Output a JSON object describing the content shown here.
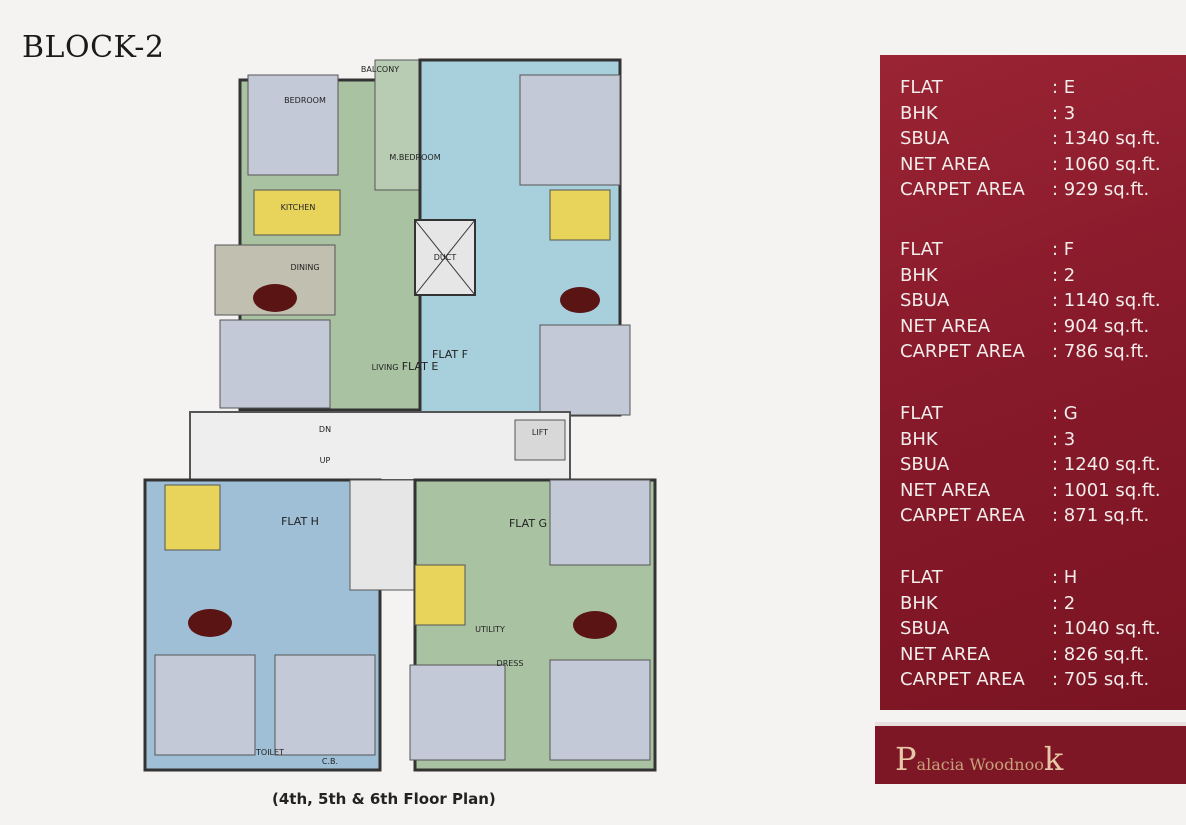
{
  "page": {
    "title": "BLOCK-2",
    "caption": "(4th, 5th & 6th Floor Plan)"
  },
  "flats": [
    {
      "flat_label": "FLAT",
      "flat": ": E",
      "bhk_label": "BHK",
      "bhk": ": 3",
      "sbua_label": "SBUA",
      "sbua": ": 1340 sq.ft.",
      "net_label": "NET AREA",
      "net": ": 1060 sq.ft.",
      "carpet_label": "CARPET AREA",
      "carpet": ": 929 sq.ft."
    },
    {
      "flat_label": "FLAT",
      "flat": ": F",
      "bhk_label": "BHK",
      "bhk": ": 2",
      "sbua_label": "SBUA",
      "sbua": ": 1140 sq.ft.",
      "net_label": "NET AREA",
      "net": ": 904 sq.ft.",
      "carpet_label": "CARPET AREA",
      "carpet": ": 786 sq.ft."
    },
    {
      "flat_label": "FLAT",
      "flat": ": G",
      "bhk_label": "BHK",
      "bhk": ": 3",
      "sbua_label": "SBUA",
      "sbua": ": 1240 sq.ft.",
      "net_label": "NET AREA",
      "net": ": 1001 sq.ft.",
      "carpet_label": "CARPET AREA",
      "carpet": ": 871 sq.ft."
    },
    {
      "flat_label": "FLAT",
      "flat": ": H",
      "bhk_label": "BHK",
      "bhk": ": 2",
      "sbua_label": "SBUA",
      "sbua": ": 1040 sq.ft.",
      "net_label": "NET AREA",
      "net": ": 826 sq.ft.",
      "carpet_label": "CARPET AREA",
      "carpet": ": 705 sq.ft."
    }
  ],
  "brand": {
    "p": "P",
    "name": "alacia  Woodnoo",
    "k": "k"
  },
  "plan": {
    "flat_e": "FLAT E",
    "flat_f": "FLAT F",
    "flat_g": "FLAT G",
    "flat_h": "FLAT H",
    "bedroom": "BEDROOM",
    "m_bedroom": "M.BEDROOM",
    "kitchen": "KITCHEN",
    "dining": "DINING",
    "living": "LIVING",
    "toilet": "TOILET",
    "balcony": "BALCONY",
    "duct": "DUCT",
    "lift": "LIFT",
    "dn": "DN",
    "up": "UP",
    "cb": "C.B.",
    "dress": "DRESS",
    "utility": "UTILITY"
  },
  "colors": {
    "panel": "#8c1d2a",
    "flat_e": "#a9c3a2",
    "flat_f": "#a7cfdc",
    "flat_g": "#a9c3a2",
    "flat_h": "#9fbfd7",
    "kitchen": "#e8d45a",
    "bedroom": "#c4c9d8"
  }
}
